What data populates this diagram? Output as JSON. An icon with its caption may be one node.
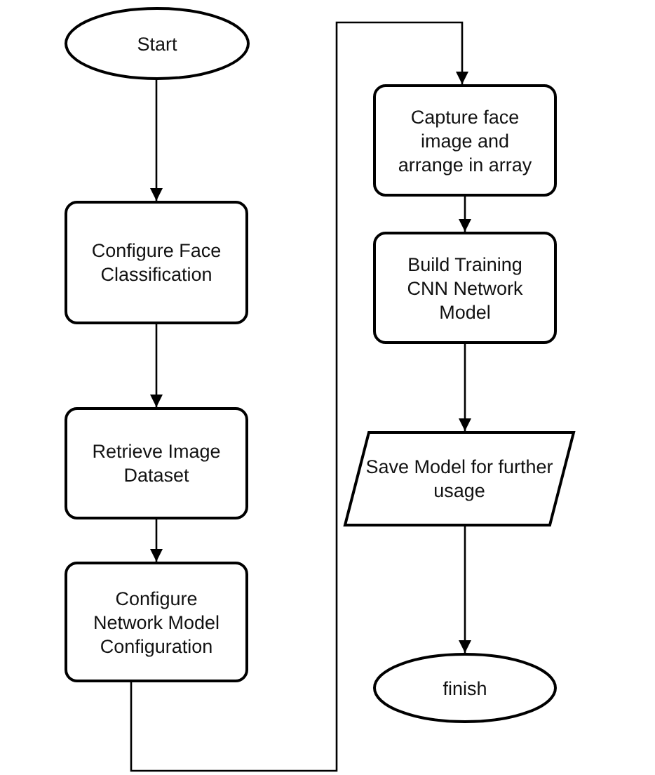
{
  "diagram": {
    "nodes": [
      {
        "text": [
          "Start"
        ]
      },
      {
        "text": [
          "Configure Face Classification"
        ]
      },
      {
        "text": [
          "Retrieve Image Dataset"
        ]
      },
      {
        "text": [
          "Configure Network Model Configuration"
        ]
      },
      {
        "text": [
          "Capture face image and arrange in array"
        ]
      },
      {
        "text": [
          "Build Training CNN Network Model"
        ]
      },
      {
        "text": [
          "Save Model for further usage"
        ]
      },
      {
        "text": [
          "finish"
        ]
      }
    ],
    "edges": [
      {
        "from": 0,
        "to": 1,
        "arrow": "to"
      },
      {
        "from": 1,
        "to": 2,
        "arrow": "to"
      },
      {
        "from": 2,
        "to": 3,
        "arrow": "to"
      },
      {
        "from": 3,
        "to": 4,
        "arrow": "to"
      },
      {
        "from": 4,
        "to": 5,
        "arrow": "to"
      },
      {
        "from": 5,
        "to": 6,
        "arrow": "to"
      },
      {
        "from": 6,
        "to": 7,
        "arrow": "to"
      }
    ]
  }
}
